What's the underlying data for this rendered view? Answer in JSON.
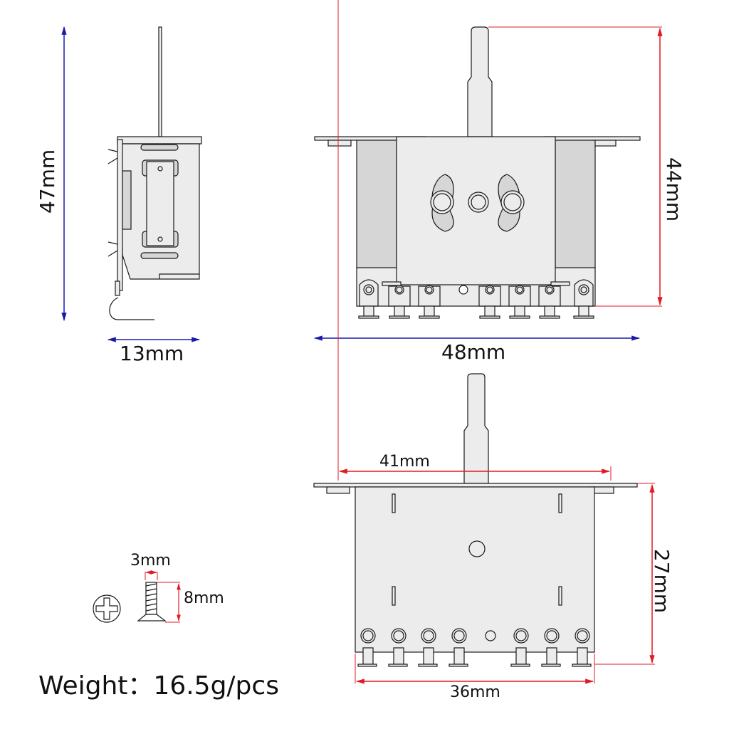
{
  "colors": {
    "blue_dim": "#1a1aa8",
    "red_dim": "#e01b24",
    "body_fill": "#ececec",
    "shade_fill": "#d6d6d6",
    "outline": "#1a1a1a"
  },
  "side_view": {
    "height_label": "47mm",
    "width_label": "13mm"
  },
  "front_view": {
    "height_label": "44mm",
    "width_label": "48mm"
  },
  "rear_view": {
    "plate_width_label": "41mm",
    "height_label": "27mm",
    "body_width_label": "36mm"
  },
  "screw": {
    "diameter_label": "3mm",
    "length_label": "8mm",
    "head_type_icon": "phillips-head-icon"
  },
  "weight_label": "Weight：16.5g/pcs"
}
